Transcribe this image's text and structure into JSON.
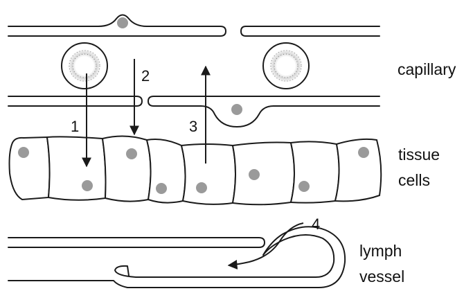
{
  "labels": {
    "capillary": "capillary",
    "tissue_line1": "tissue",
    "tissue_line2": "cells",
    "lymph_line1": "lymph",
    "lymph_line2": "vessel"
  },
  "arrows": {
    "a1": "1",
    "a2": "2",
    "a3": "3",
    "a4": "4"
  },
  "colors": {
    "line": "#1a1a1a",
    "nucleus": "#9a9a9a",
    "background": "#ffffff"
  }
}
